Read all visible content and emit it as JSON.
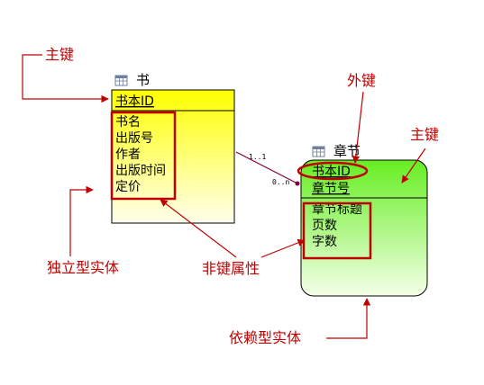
{
  "entities": {
    "book": {
      "title": "书",
      "primary_key": "书本ID",
      "attributes": [
        "书名",
        "出版号",
        "作者",
        "出版时间",
        "定价"
      ],
      "color": "#ffff00"
    },
    "chapter": {
      "title": "章节",
      "foreign_key": "书本ID",
      "primary_key": "章节号",
      "attributes": [
        "章节标题",
        "页数",
        "字数"
      ],
      "color": "#7cfc00"
    }
  },
  "relationship": {
    "parent_cardinality": "1..1",
    "child_cardinality": "0..n",
    "line_color": "#800040"
  },
  "callouts": {
    "primary_key_left": "主键",
    "foreign_key": "外键",
    "primary_key_right": "主键",
    "independent_entity": "独立型实体",
    "non_key_attributes": "非键属性",
    "dependent_entity": "依赖型实体"
  },
  "colors": {
    "annotation": "#c00000",
    "box_border": "#000000"
  }
}
